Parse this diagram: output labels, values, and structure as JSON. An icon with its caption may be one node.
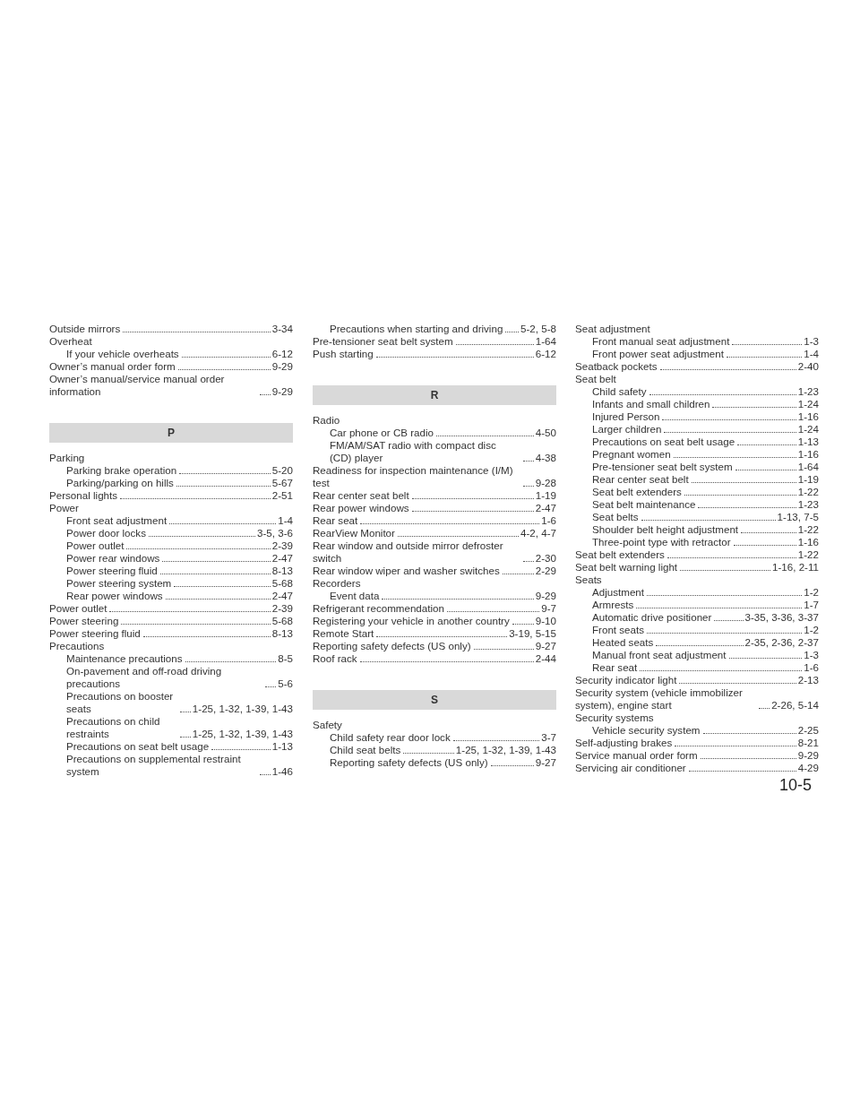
{
  "diagram": {
    "nodes": [
      {
        "text": [
          "P"
        ]
      },
      {
        "text": [
          "R"
        ]
      },
      {
        "text": [
          "S"
        ]
      }
    ],
    "edges": [],
    "labels": [
      "Outside mirrors",
      "3-34",
      "Overheat",
      "If your vehicle overheats",
      "6-12",
      "Owner’s manual order form",
      "9-29",
      "Owner’s manual/service manual order information",
      "9-29",
      "Parking",
      "Parking brake operation",
      "5-20",
      "Parking/parking on hills",
      "5-67",
      "Personal lights",
      "2-51",
      "Power",
      "Front seat adjustment",
      "1-4",
      "Power door locks",
      "3-5, 3-6",
      "Power outlet",
      "2-39",
      "Power rear windows",
      "2-47",
      "Power steering fluid",
      "8-13",
      "Power steering system",
      "5-68",
      "Rear power windows",
      "2-47",
      "Power outlet",
      "2-39",
      "Power steering",
      "5-68",
      "Power steering fluid",
      "8-13",
      "Precautions",
      "Maintenance precautions",
      "8-5",
      "On-pavement and off-road driving precautions",
      "5-6",
      "Precautions on booster seats",
      "1-25, 1-32, 1-39, 1-43",
      "Precautions on child restraints",
      "1-25, 1-32, 1-39, 1-43",
      "Precautions on seat belt usage",
      "1-13",
      "Precautions on supplemental restraint system",
      "1-46",
      "Precautions when starting and driving",
      "5-2, 5-8",
      "Pre-tensioner seat belt system",
      "1-64",
      "Push starting",
      "6-12",
      "Radio",
      "Car phone or CB radio",
      "4-50",
      "FM/AM/SAT radio with compact disc (CD) player",
      "4-38",
      "Readiness for inspection maintenance (I/M) test",
      "9-28",
      "Rear center seat belt",
      "1-19",
      "Rear power windows",
      "2-47",
      "Rear seat",
      "1-6",
      "RearView Monitor",
      "4-2, 4-7",
      "Rear window and outside mirror defroster switch",
      "2-30",
      "Rear window wiper and washer switches",
      "2-29",
      "Recorders",
      "Event data",
      "9-29",
      "Refrigerant recommendation",
      "9-7",
      "Registering your vehicle in another country",
      "9-10",
      "Remote Start",
      "3-19, 5-15",
      "Reporting safety defects (US only)",
      "9-27",
      "Roof rack",
      "2-44",
      "Safety",
      "Child safety rear door lock",
      "3-7",
      "Child seat belts",
      "1-25, 1-32, 1-39, 1-43",
      "Reporting safety defects (US only)",
      "9-27",
      "Seat adjustment",
      "Front manual seat adjustment",
      "1-3",
      "Front power seat adjustment",
      "1-4",
      "Seatback pockets",
      "2-40",
      "Seat belt",
      "Child safety",
      "1-23",
      "Infants and small children",
      "1-24",
      "Injured Person",
      "1-16",
      "Larger children",
      "1-24",
      "Precautions on seat belt usage",
      "1-13",
      "Pregnant women",
      "1-16",
      "Pre-tensioner seat belt system",
      "1-64",
      "Rear center seat belt",
      "1-19",
      "Seat belt extenders",
      "1-22",
      "Seat belt maintenance",
      "1-23",
      "Seat belts",
      "1-13, 7-5",
      "Shoulder belt height adjustment",
      "1-22",
      "Three-point type with retractor",
      "1-16",
      "Seat belt extenders",
      "1-22",
      "Seat belt warning light",
      "1-16, 2-11",
      "Seats",
      "Adjustment",
      "1-2",
      "Armrests",
      "1-7",
      "Automatic drive positioner",
      "3-35, 3-36, 3-37",
      "Front seats",
      "1-2",
      "Heated seats",
      "2-35, 2-36, 2-37",
      "Manual front seat adjustment",
      "1-3",
      "Rear seat",
      "1-6",
      "Security indicator light",
      "2-13",
      "Security system (vehicle immobilizer system), engine start",
      "2-26, 5-14",
      "Security systems",
      "Vehicle security system",
      "2-25",
      "Self-adjusting brakes",
      "8-21",
      "Service manual order form",
      "9-29",
      "Servicing air conditioner",
      "4-29",
      "10-5"
    ]
  }
}
